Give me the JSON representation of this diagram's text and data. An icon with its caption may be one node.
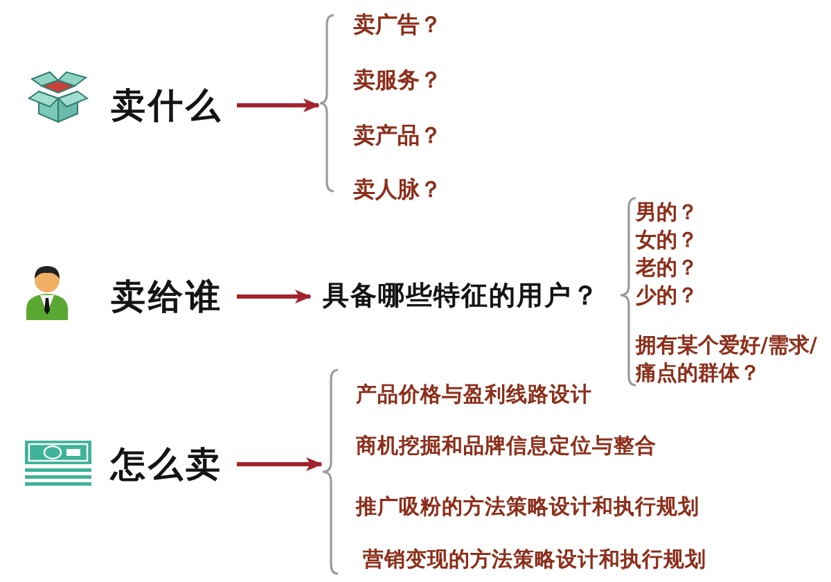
{
  "diagram": {
    "nodes": [
      {
        "text": [
          "卖什么"
        ]
      },
      {
        "text": [],
        "shape": "brace"
      },
      {
        "text": [
          "卖给谁"
        ]
      },
      {
        "text": [
          "具备哪些特征的用户？"
        ]
      },
      {
        "text": [
          "怎么卖"
        ]
      },
      {
        "text": [],
        "shape": "brace"
      }
    ],
    "edges": [
      {
        "from": 0,
        "to": 1,
        "arrow": "to"
      },
      {
        "from": 2,
        "to": 3,
        "arrow": "to"
      },
      {
        "from": 4,
        "to": 5,
        "arrow": "to"
      }
    ],
    "labels": [
      "卖广告？",
      "卖服务？",
      "卖产品？",
      "卖人脉？",
      "男的？",
      "女的？",
      "老的？",
      "少的？",
      "拥有某个爱好/需求/痛点的群体？",
      "产品价格与盈利线路设计",
      "商机挖掘和品牌信息定位与整合",
      "推广吸粉的方法策略设计和执行规划",
      "营销变现的方法策略设计和执行规划"
    ]
  }
}
